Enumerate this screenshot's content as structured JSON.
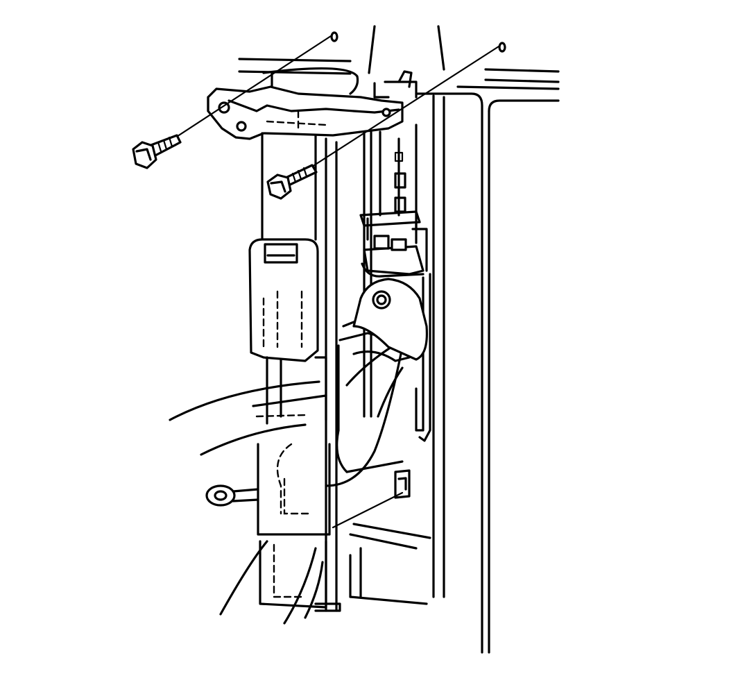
{
  "figure": {
    "background": "#ffffff",
    "line_color": "#000000",
    "parts": [
      "upper-bolt-left",
      "upper-bolt-right",
      "mounting-bracket",
      "retractor-housing",
      "seat-belt-webbing",
      "guide-loop",
      "anchor-plate",
      "lower-guide",
      "door-pillar-panel",
      "striker-tab"
    ]
  }
}
